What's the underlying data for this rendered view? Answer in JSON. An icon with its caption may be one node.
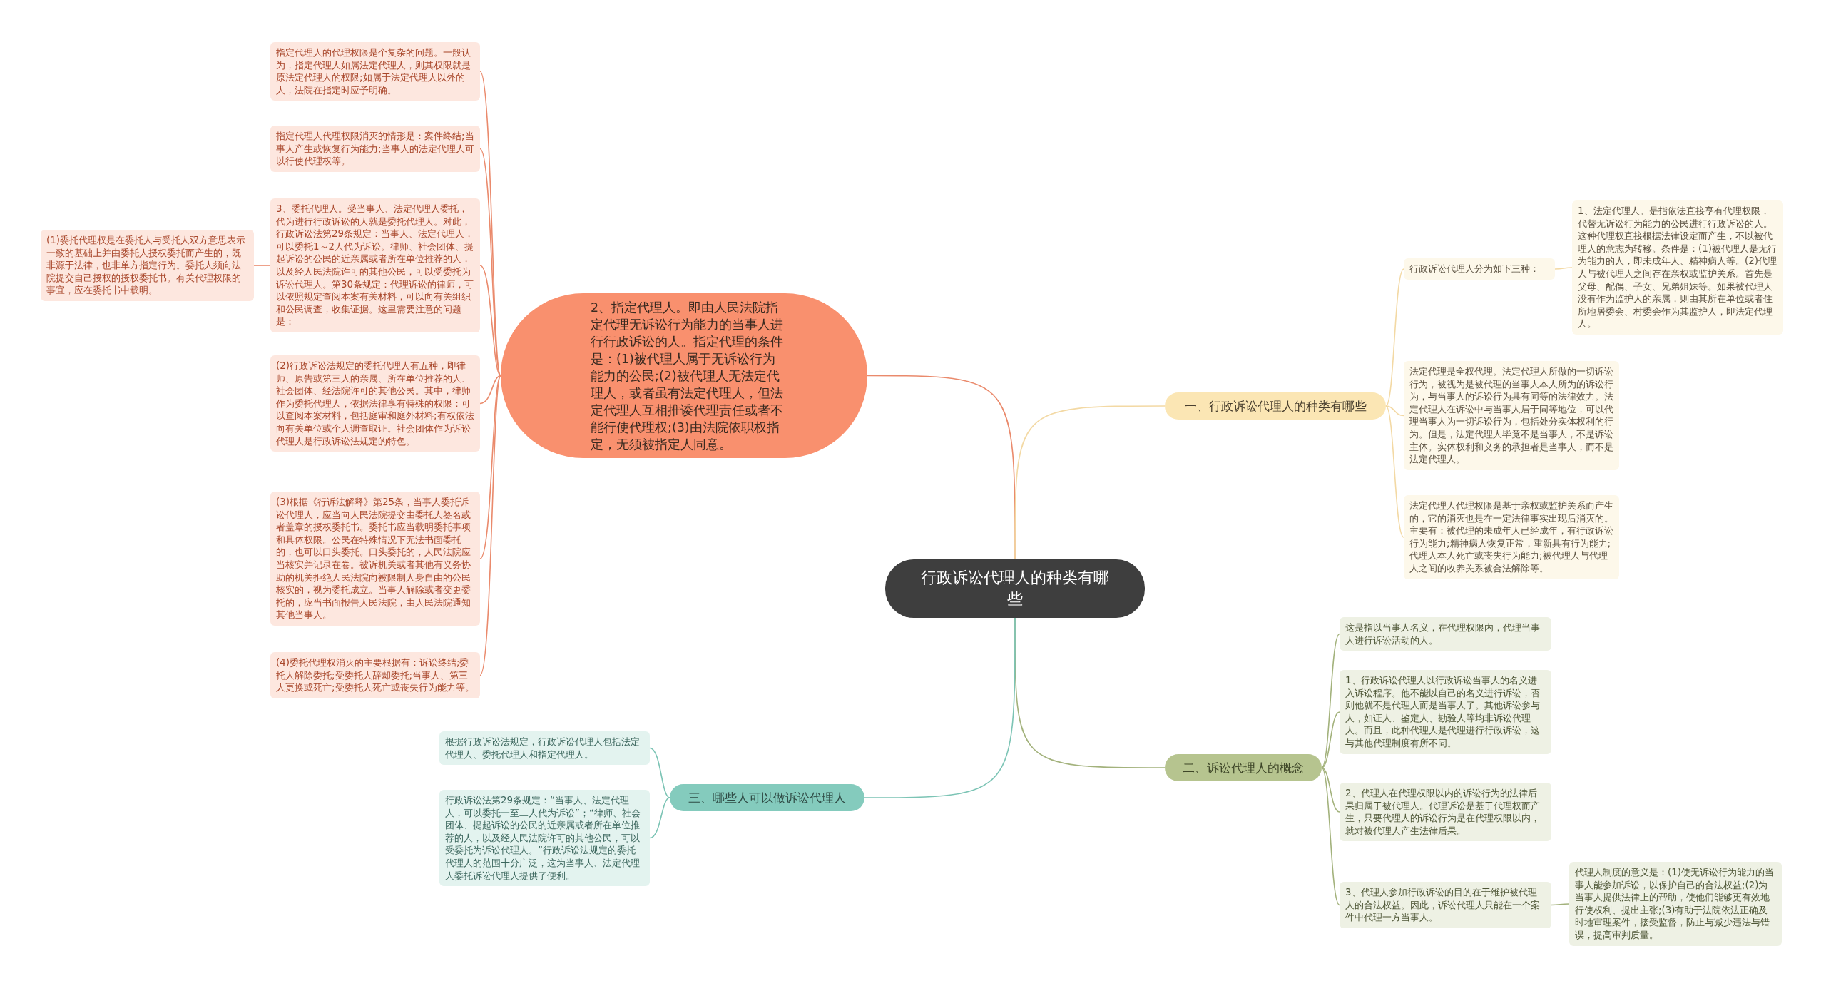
{
  "diagram": {
    "nodes": [
      {
        "text": [
          "行政诉讼代理人的种类有哪些"
        ]
      },
      {
        "text": [
          "2、指定代理人。即由人民法院指定代理无诉讼行为能力的当事人进行行政诉讼的人。指定代理的条件是：(1)被代理人属于无诉讼行为能力的公民;(2)被代理人无法定代理人，或者虽有法定代理人，但法定代理人互相推诿代理责任或者不能行使代理权;(3)由法院依职权指定，无须被指定人同意。"
        ]
      },
      {
        "text": [
          "指定代理人的代理权限是个复杂的问题。一般认为，指定代理人如属法定代理人，则其权限就是原法定代理人的权限;如属于法定代理人以外的人，法院在指定时应予明确。"
        ]
      },
      {
        "text": [
          "指定代理人代理权限消灭的情形是：案件终结;当事人产生或恢复行为能力;当事人的法定代理人可以行使代理权等。"
        ]
      },
      {
        "text": [
          "3、委托代理人。受当事人、法定代理人委托，代为进行行政诉讼的人就是委托代理人。对此，行政诉讼法第29条规定：当事人、法定代理人，可以委托1～2人代为诉讼。律师、社会团体、提起诉讼的公民的近亲属或者所在单位推荐的人，以及经人民法院许可的其他公民，可以受委托为诉讼代理人。第30条规定：代理诉讼的律师，可以依照规定查阅本案有关材料，可以向有关组织和公民调查，收集证据。这里需要注意的问题是："
        ]
      },
      {
        "text": [
          "(1)委托代理权是在委托人与受托人双方意思表示一致的基础上并由委托人授权委托而产生的，既非源于法律，也非单方指定行为。委托人须向法院提交自己授权的授权委托书。有关代理权限的事宜，应在委托书中载明。"
        ]
      },
      {
        "text": [
          "(2)行政诉讼法规定的委托代理人有五种，即律师、原告或第三人的亲属、所在单位推荐的人、社会团体、经法院许可的其他公民。其中，律师作为委托代理人，依据法律享有特殊的权限：可以查阅本案材料，包括庭审和庭外材料;有权依法向有关单位或个人调查取证。社会团体作为诉讼代理人是行政诉讼法规定的特色。"
        ]
      },
      {
        "text": [
          "(3)根据《行诉法解释》第25条，当事人委托诉讼代理人，应当向人民法院提交由委托人签名或者盖章的授权委托书。委托书应当载明委托事项和具体权限。公民在特殊情况下无法书面委托的，也可以口头委托。口头委托的，人民法院应当核实并记录在卷。被诉机关或者其他有义务协助的机关拒绝人民法院向被限制人身自由的公民核实的，视为委托成立。当事人解除或者变更委托的，应当书面报告人民法院，由人民法院通知其他当事人。"
        ]
      },
      {
        "text": [
          "(4)委托代理权消灭的主要根据有：诉讼终结;委托人解除委托;受委托人辞却委托;当事人、第三人更换或死亡;受委托人死亡或丧失行为能力等。"
        ]
      },
      {
        "text": [
          "一、行政诉讼代理人的种类有哪些"
        ]
      },
      {
        "text": [
          "行政诉讼代理人分为如下三种："
        ]
      },
      {
        "text": [
          "1、法定代理人。是指依法直接享有代理权限，代替无诉讼行为能力的公民进行行政诉讼的人。这种代理权直接根据法律设定而产生，不以被代理人的意志为转移。条件是：(1)被代理人是无行为能力的人，即未成年人、精神病人等。(2)代理人与被代理人之间存在亲权或监护关系。首先是父母、配偶、子女、兄弟姐妹等。如果被代理人没有作为监护人的亲属，则由其所在单位或者住所地居委会、村委会作为其监护人，即法定代理人。"
        ]
      },
      {
        "text": [
          "法定代理是全权代理。法定代理人所做的一切诉讼行为，被视为是被代理的当事人本人所为的诉讼行为，与当事人的诉讼行为具有同等的法律效力。法定代理人在诉讼中与当事人居于同等地位，可以代理当事人为一切诉讼行为，包括处分实体权利的行为。但是，法定代理人毕竟不是当事人，不是诉讼主体。实体权利和义务的承担者是当事人，而不是法定代理人。"
        ]
      },
      {
        "text": [
          "法定代理人代理权限是基于亲权或监护关系而产生的，它的消灭也是在一定法律事实出现后消灭的。主要有：被代理的未成年人已经成年，有行政诉讼行为能力;精神病人恢复正常，重新具有行为能力;代理人本人死亡或丧失行为能力;被代理人与代理人之间的收养关系被合法解除等。"
        ]
      },
      {
        "text": [
          "二、诉讼代理人的概念"
        ]
      },
      {
        "text": [
          "这是指以当事人名义，在代理权限内，代理当事人进行诉讼活动的人。"
        ]
      },
      {
        "text": [
          "1、行政诉讼代理人以行政诉讼当事人的名义进入诉讼程序。他不能以自己的名义进行诉讼，否则他就不是代理人而是当事人了。其他诉讼参与人，如证人、鉴定人、勘验人等均非诉讼代理人。而且，此种代理人是代理进行行政诉讼，这与其他代理制度有所不同。"
        ]
      },
      {
        "text": [
          "2、代理人在代理权限以内的诉讼行为的法律后果归属于被代理人。代理诉讼是基于代理权而产生，只要代理人的诉讼行为是在代理权限以内，就对被代理人产生法律后果。"
        ]
      },
      {
        "text": [
          "3、代理人参加行政诉讼的目的在于维护被代理人的合法权益。因此，诉讼代理人只能在一个案件中代理一方当事人。"
        ]
      },
      {
        "text": [
          "代理人制度的意义是：(1)使无诉讼行为能力的当事人能参加诉讼，以保护自己的合法权益;(2)为当事人提供法律上的帮助，使他们能够更有效地行使权利、提出主张;(3)有助于法院依法正确及时地审理案件，接受监督，防止与减少违法与错误，提高审判质量。"
        ]
      },
      {
        "text": [
          "三、哪些人可以做诉讼代理人"
        ]
      },
      {
        "text": [
          "根据行政诉讼法规定，行政诉讼代理人包括法定代理人、委托代理人和指定代理人。"
        ]
      },
      {
        "text": [
          "行政诉讼法第29条规定：“当事人、法定代理人，可以委托一至二人代为诉讼”；“律师、社会团体、提起诉讼的公民的近亲属或者所在单位推荐的人，以及经人民法院许可的其他公民，可以受委托为诉讼代理人。”行政诉讼法规定的委托代理人的范围十分广泛，这为当事人、法定代理人委托诉讼代理人提供了便利。"
        ]
      }
    ],
    "edges": [
      {
        "from": 0,
        "to": 1,
        "arrow": "none",
        "color": "#ea8a6c"
      },
      {
        "from": 1,
        "to": 2,
        "arrow": "none",
        "color": "#ea8a6c"
      },
      {
        "from": 1,
        "to": 3,
        "arrow": "none",
        "color": "#ea8a6c"
      },
      {
        "from": 1,
        "to": 4,
        "arrow": "none",
        "color": "#ea8a6c"
      },
      {
        "from": 4,
        "to": 5,
        "arrow": "none",
        "color": "#ea8a6c"
      },
      {
        "from": 1,
        "to": 6,
        "arrow": "none",
        "color": "#ea8a6c"
      },
      {
        "from": 1,
        "to": 7,
        "arrow": "none",
        "color": "#ea8a6c"
      },
      {
        "from": 1,
        "to": 8,
        "arrow": "none",
        "color": "#ea8a6c"
      },
      {
        "from": 0,
        "to": 9,
        "arrow": "none",
        "color": "#f3d9a4"
      },
      {
        "from": 9,
        "to": 10,
        "arrow": "none",
        "color": "#f3d9a4"
      },
      {
        "from": 10,
        "to": 11,
        "arrow": "none",
        "color": "#f3d9a4"
      },
      {
        "from": 9,
        "to": 12,
        "arrow": "none",
        "color": "#f3d9a4"
      },
      {
        "from": 9,
        "to": 13,
        "arrow": "none",
        "color": "#f3d9a4"
      },
      {
        "from": 0,
        "to": 14,
        "arrow": "none",
        "color": "#a3b27c"
      },
      {
        "from": 14,
        "to": 15,
        "arrow": "none",
        "color": "#a3b27c"
      },
      {
        "from": 14,
        "to": 16,
        "arrow": "none",
        "color": "#a3b27c"
      },
      {
        "from": 14,
        "to": 17,
        "arrow": "none",
        "color": "#a3b27c"
      },
      {
        "from": 14,
        "to": 18,
        "arrow": "none",
        "color": "#a3b27c"
      },
      {
        "from": 18,
        "to": 19,
        "arrow": "none",
        "color": "#a3b27c"
      },
      {
        "from": 0,
        "to": 20,
        "arrow": "none",
        "color": "#7cc4b5"
      },
      {
        "from": 20,
        "to": 21,
        "arrow": "none",
        "color": "#7cc4b5"
      },
      {
        "from": 20,
        "to": 22,
        "arrow": "none",
        "color": "#7cc4b5"
      }
    ]
  }
}
